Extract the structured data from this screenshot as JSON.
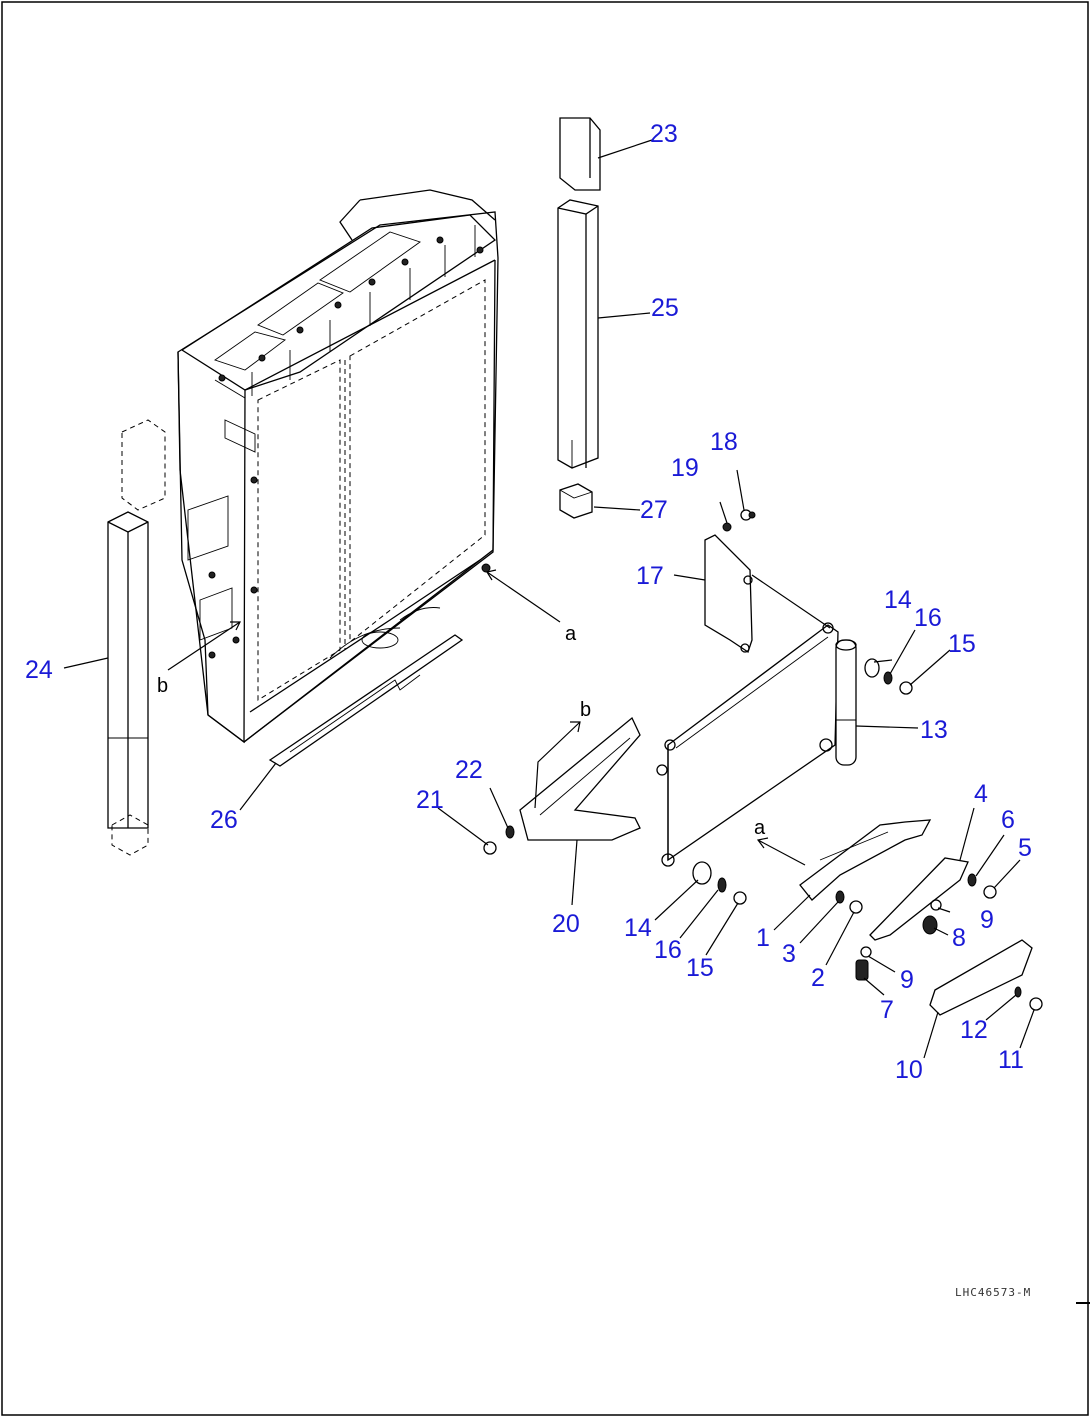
{
  "diagram": {
    "drawing_code": "LHC46573-M",
    "callouts": [
      {
        "id": "c1",
        "label": "1"
      },
      {
        "id": "c2",
        "label": "2"
      },
      {
        "id": "c3",
        "label": "3"
      },
      {
        "id": "c4",
        "label": "4"
      },
      {
        "id": "c5",
        "label": "5"
      },
      {
        "id": "c6",
        "label": "6"
      },
      {
        "id": "c7",
        "label": "7"
      },
      {
        "id": "c8",
        "label": "8"
      },
      {
        "id": "c9a",
        "label": "9"
      },
      {
        "id": "c9b",
        "label": "9"
      },
      {
        "id": "c10",
        "label": "10"
      },
      {
        "id": "c11",
        "label": "11"
      },
      {
        "id": "c12",
        "label": "12"
      },
      {
        "id": "c13",
        "label": "13"
      },
      {
        "id": "c14a",
        "label": "14"
      },
      {
        "id": "c14b",
        "label": "14"
      },
      {
        "id": "c15a",
        "label": "15"
      },
      {
        "id": "c15b",
        "label": "15"
      },
      {
        "id": "c16a",
        "label": "16"
      },
      {
        "id": "c16b",
        "label": "16"
      },
      {
        "id": "c17",
        "label": "17"
      },
      {
        "id": "c18",
        "label": "18"
      },
      {
        "id": "c19",
        "label": "19"
      },
      {
        "id": "c20",
        "label": "20"
      },
      {
        "id": "c21",
        "label": "21"
      },
      {
        "id": "c22",
        "label": "22"
      },
      {
        "id": "c23",
        "label": "23"
      },
      {
        "id": "c24",
        "label": "24"
      },
      {
        "id": "c25",
        "label": "25"
      },
      {
        "id": "c26",
        "label": "26"
      },
      {
        "id": "c27",
        "label": "27"
      }
    ],
    "ref_marks": [
      {
        "id": "a1",
        "label": "a"
      },
      {
        "id": "a2",
        "label": "a"
      },
      {
        "id": "b1",
        "label": "b"
      },
      {
        "id": "b2",
        "label": "b"
      }
    ],
    "colors": {
      "callout": "#1a1ad6",
      "line": "#000000",
      "background": "#ffffff"
    }
  }
}
